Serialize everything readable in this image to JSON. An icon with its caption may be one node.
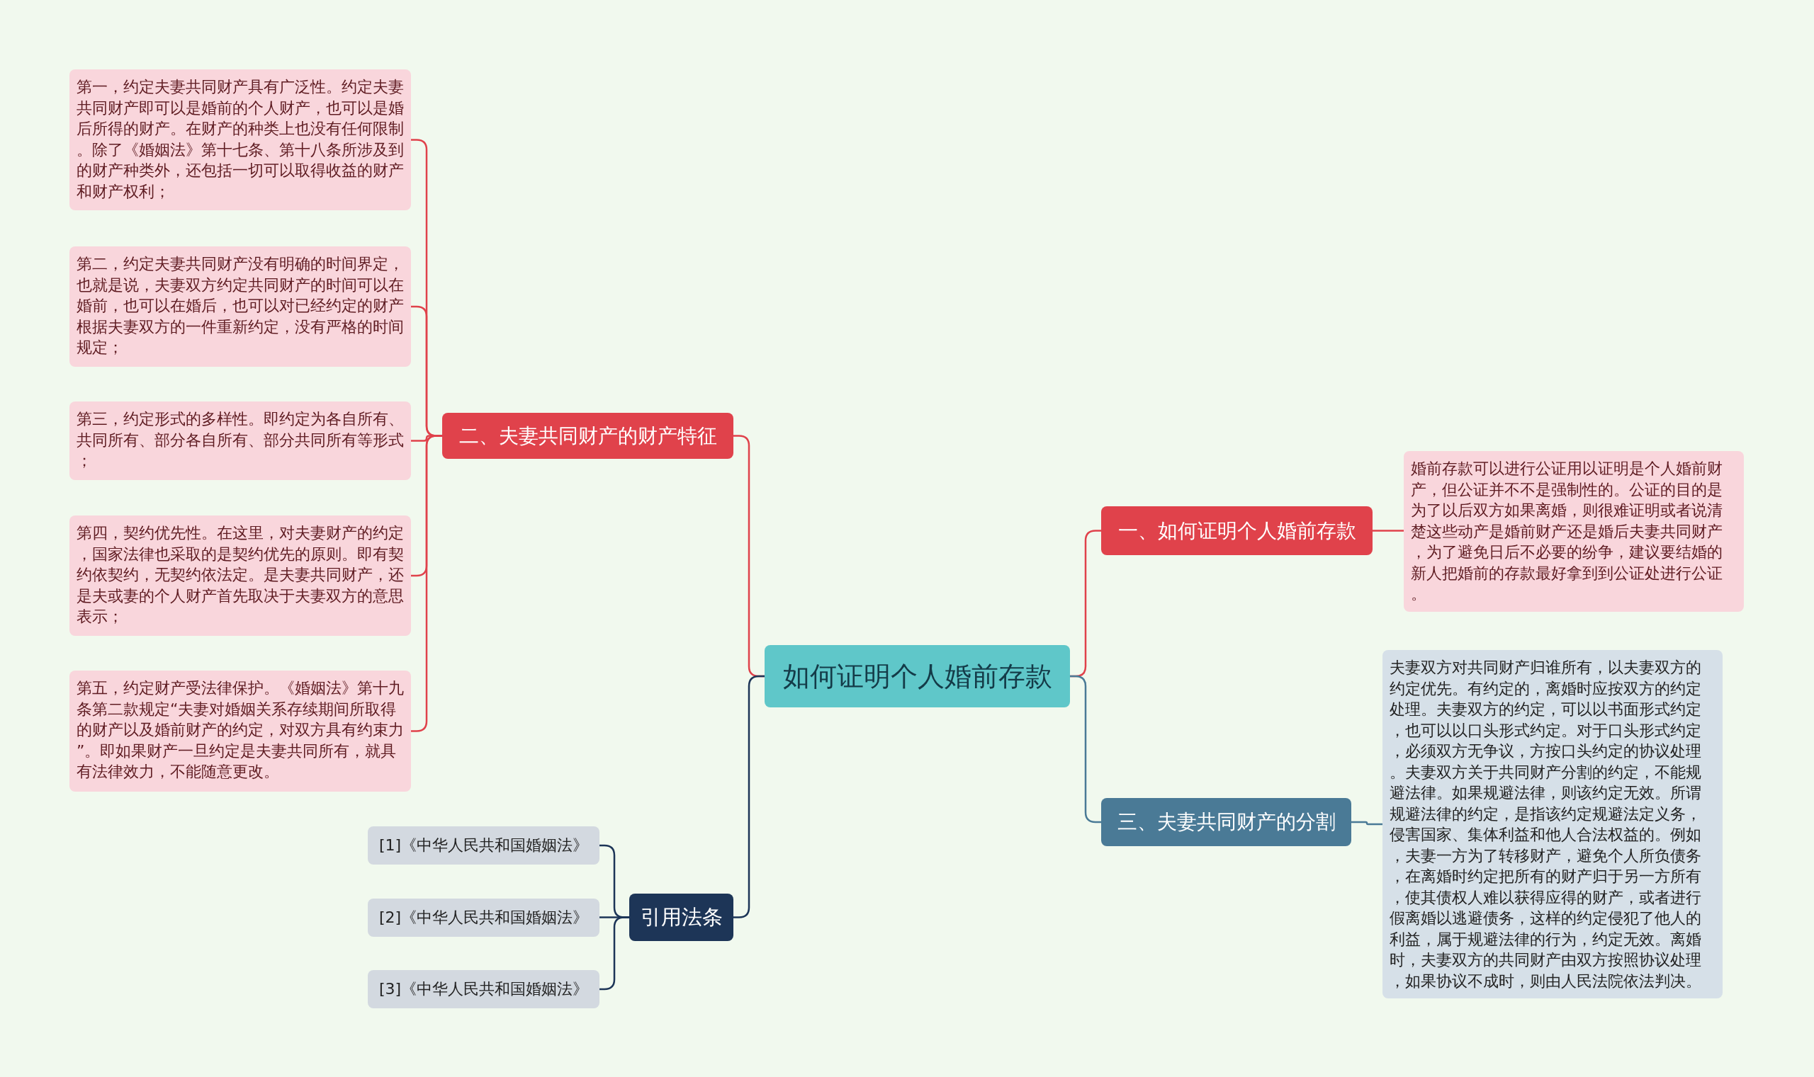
{
  "diagram": {
    "nodes": [
      {
        "text": [
          "如何证明个人婚前存款"
        ]
      },
      {
        "text": [
          "二、夫妻共同财产的财产特征"
        ]
      },
      {
        "text": [
          "第一，约定夫妻共同财产具有广泛性。约定夫妻共同财产即可以是婚前的个人财产，也可以是婚后所得的财产。在财产的种类上也没有任何限制。除了《婚姻法》第十七条、第十八条所涉及到的财产种类外，还包括一切可以取得收益的财产和财产权利；"
        ]
      },
      {
        "text": [
          "第二，约定夫妻共同财产没有明确的时间界定，也就是说，夫妻双方约定共同财产的时间可以在婚前，也可以在婚后，也可以对已经约定的财产根据夫妻双方的一件重新约定，没有严格的时间规定；"
        ]
      },
      {
        "text": [
          "第三，约定形式的多样性。即约定为各自所有、共同所有、部分各自所有、部分共同所有等形式；"
        ]
      },
      {
        "text": [
          "第四，契约优先性。在这里，对夫妻财产的约定，国家法律也采取的是契约优先的原则。即有契约依契约，无契约依法定。是夫妻共同财产，还是夫或妻的个人财产首先取决于夫妻双方的意思表示；"
        ]
      },
      {
        "text": [
          "第五，约定财产受法律保护。《婚姻法》第十九条第二款规定“夫妻对婚姻关系存续期间所取得的财产以及婚前财产的约定，对双方具有约束力”。即如果财产一旦约定是夫妻共同所有，就具有法律效力，不能随意更改。"
        ]
      },
      {
        "text": [
          "引用法条"
        ]
      },
      {
        "text": [
          "[1]《中华人民共和国婚姻法》"
        ]
      },
      {
        "text": [
          "[2]《中华人民共和国婚姻法》"
        ]
      },
      {
        "text": [
          "[3]《中华人民共和国婚姻法》"
        ]
      },
      {
        "text": [
          "一、如何证明个人婚前存款"
        ]
      },
      {
        "text": [
          "婚前存款可以进行公证用以证明是个人婚前财产，但公证并不不是强制性的。公证的目的是为了以后双方如果离婚，则很难证明或者说清楚这些动产是婚前财产还是婚后夫妻共同财产，为了避免日后不必要的纷争，建议要结婚的新人把婚前的存款最好拿到到公证处进行公证。"
        ]
      },
      {
        "text": [
          "三、夫妻共同财产的分割"
        ]
      },
      {
        "text": [
          "夫妻双方对共同财产归谁所有，以夫妻双方的约定优先。有约定的，离婚时应按双方的约定处理。夫妻双方的约定，可以以书面形式约定，也可以以口头形式约定。对于口头形式约定，必须双方无争议，方按口头约定的协议处理。夫妻双方关于共同财产分割的约定，不能规避法律。如果规避法律，则该约定无效。所谓规避法律的约定，是指该约定规避法定义务，侵害国家、集体利益和他人合法权益的。例如，夫妻一方为了转移财产，避免个人所负债务，在离婚时约定把所有的财产归于另一方所有，使其债权人难以获得应得的财产，或者进行假离婚以逃避债务，这样的约定侵犯了他人的利益，属于规避法律的行为，约定无效。离婚时，夫妻双方的共同财产由双方按照协议处理，如果协议不成时，则由人民法院依法判决。"
        ]
      }
    ],
    "edges": [
      {
        "from": 0,
        "to": 1,
        "arrow": "none"
      },
      {
        "from": 1,
        "to": 2,
        "arrow": "none"
      },
      {
        "from": 1,
        "to": 3,
        "arrow": "none"
      },
      {
        "from": 1,
        "to": 4,
        "arrow": "none"
      },
      {
        "from": 1,
        "to": 5,
        "arrow": "none"
      },
      {
        "from": 1,
        "to": 6,
        "arrow": "none"
      },
      {
        "from": 0,
        "to": 7,
        "arrow": "none",
        "color": "#1d3557"
      },
      {
        "from": 7,
        "to": 8,
        "arrow": "none",
        "color": "#1d3557"
      },
      {
        "from": 7,
        "to": 9,
        "arrow": "none",
        "color": "#1d3557"
      },
      {
        "from": 7,
        "to": 10,
        "arrow": "none",
        "color": "#1d3557"
      },
      {
        "from": 0,
        "to": 11,
        "arrow": "none"
      },
      {
        "from": 11,
        "to": 12,
        "arrow": "none"
      },
      {
        "from": 0,
        "to": 13,
        "arrow": "none",
        "color": "#4a7a96"
      },
      {
        "from": 13,
        "to": 14,
        "arrow": "none",
        "color": "#4a7a96"
      }
    ]
  }
}
